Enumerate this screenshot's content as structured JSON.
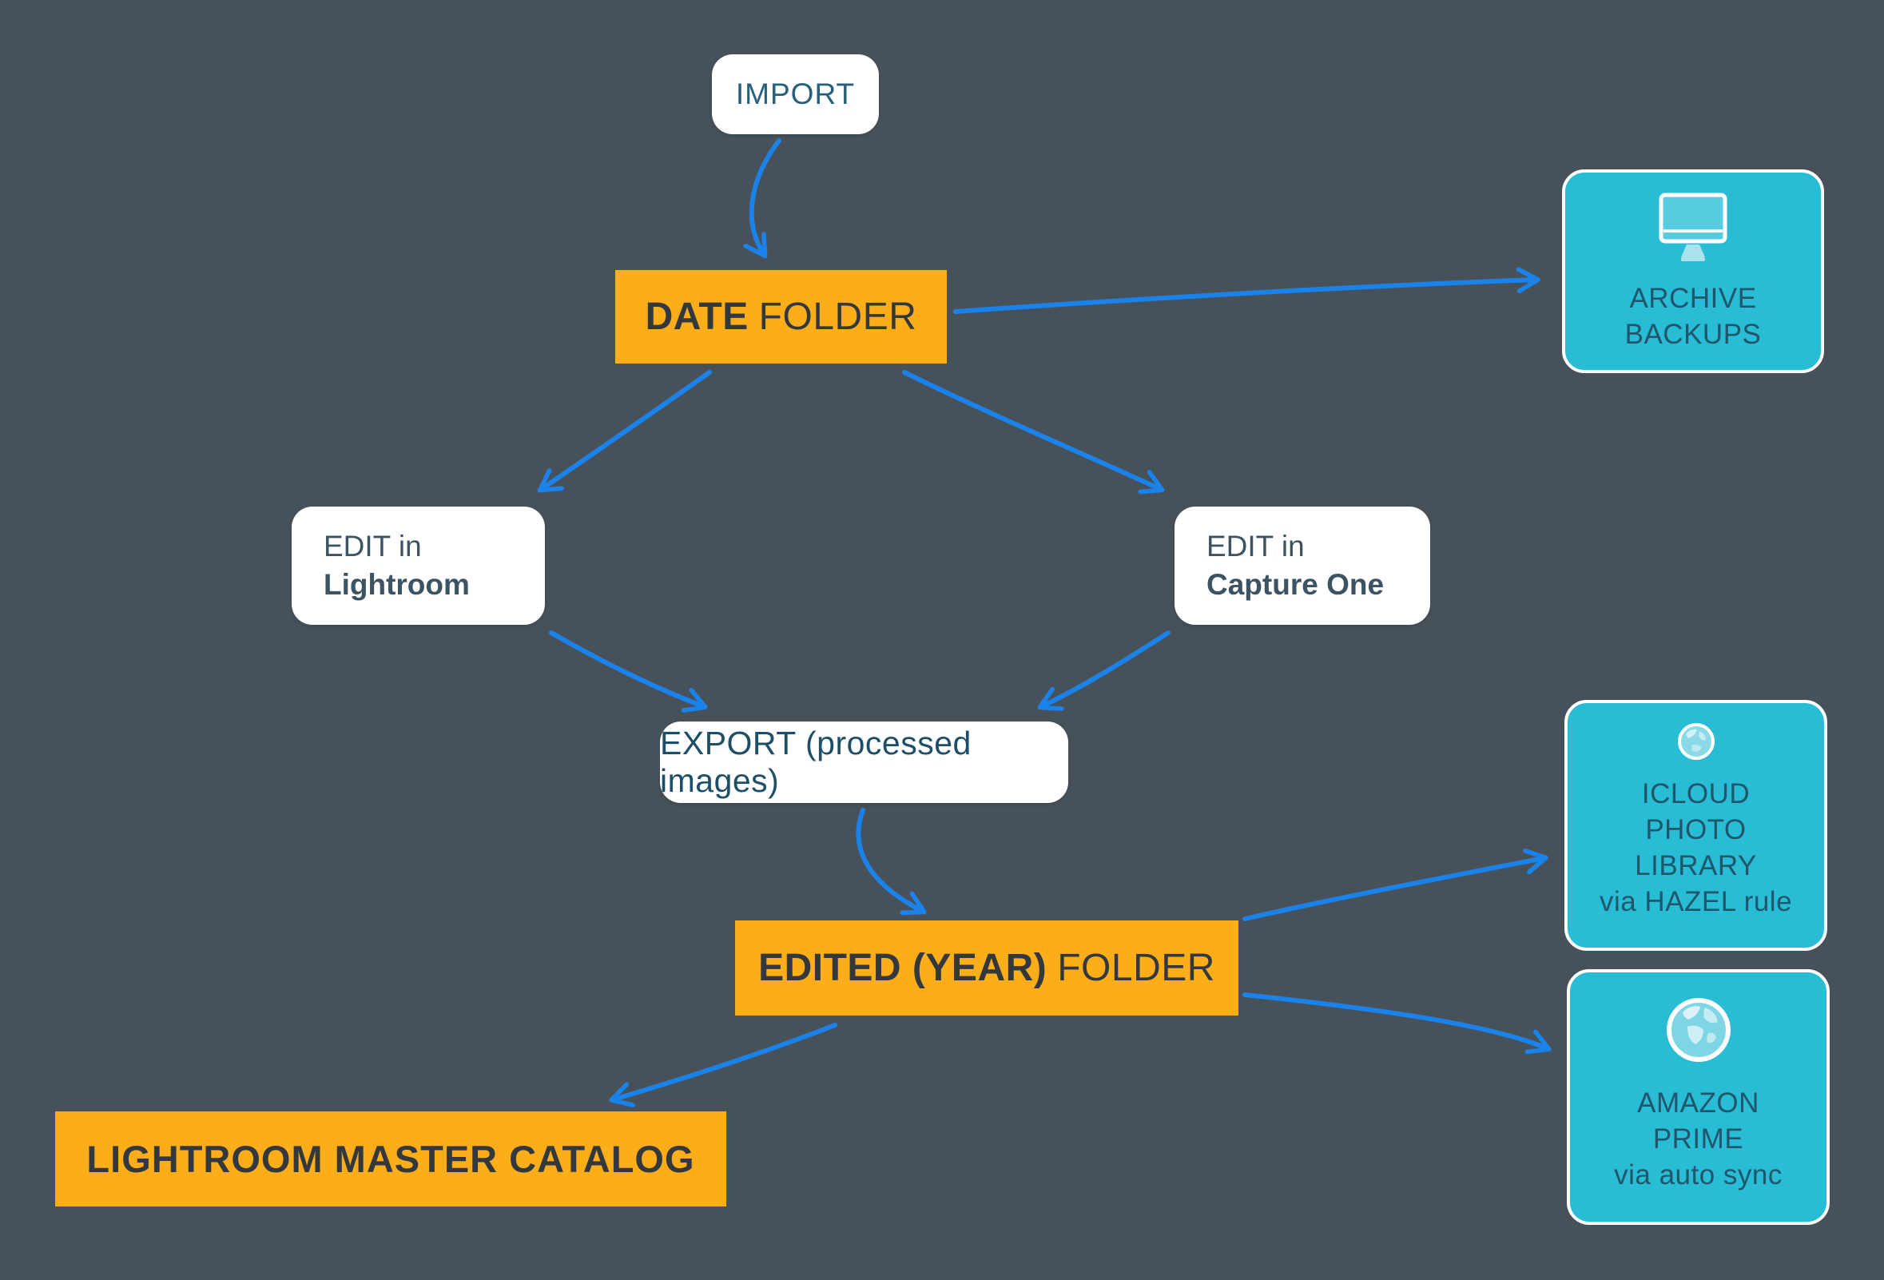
{
  "diagram": {
    "colors": {
      "background": "#465159",
      "orange": "#FBAE1A",
      "cyan": "#28BCD5",
      "arrow_blue": "#1B82E9",
      "white_box": "#FFFFFF",
      "dark_text": "#33383C",
      "teal_text": "#1F566C"
    },
    "nodes": {
      "import": {
        "label": "IMPORT"
      },
      "date_folder": {
        "label_bold": "DATE",
        "label_rest": "FOLDER"
      },
      "archive_backups": {
        "icon": "monitor-icon",
        "lines": [
          "ARCHIVE",
          "BACKUPS"
        ]
      },
      "edit_lightroom": {
        "line1": "EDIT in",
        "line2": "Lightroom"
      },
      "edit_capture_one": {
        "line1": "EDIT in",
        "line2": "Capture One"
      },
      "export": {
        "label": "EXPORT (processed images)"
      },
      "edited_year_folder": {
        "label_bold": "EDITED (YEAR)",
        "label_rest": "FOLDER"
      },
      "lightroom_master_catalog": {
        "label": "LIGHTROOM MASTER CATALOG"
      },
      "icloud_photo_library": {
        "icon": "globe-icon",
        "lines": [
          "ICLOUD",
          "PHOTO",
          "LIBRARY"
        ],
        "sub": "via HAZEL rule"
      },
      "amazon_prime": {
        "icon": "globe-icon",
        "lines": [
          "AMAZON",
          "PRIME"
        ],
        "sub": "via auto sync"
      }
    },
    "edges": [
      {
        "from": "import",
        "to": "date_folder"
      },
      {
        "from": "date_folder",
        "to": "archive_backups"
      },
      {
        "from": "date_folder",
        "to": "edit_lightroom"
      },
      {
        "from": "date_folder",
        "to": "edit_capture_one"
      },
      {
        "from": "edit_lightroom",
        "to": "export"
      },
      {
        "from": "edit_capture_one",
        "to": "export"
      },
      {
        "from": "export",
        "to": "edited_year_folder"
      },
      {
        "from": "edited_year_folder",
        "to": "lightroom_master_catalog"
      },
      {
        "from": "edited_year_folder",
        "to": "icloud_photo_library"
      },
      {
        "from": "edited_year_folder",
        "to": "amazon_prime"
      }
    ]
  }
}
